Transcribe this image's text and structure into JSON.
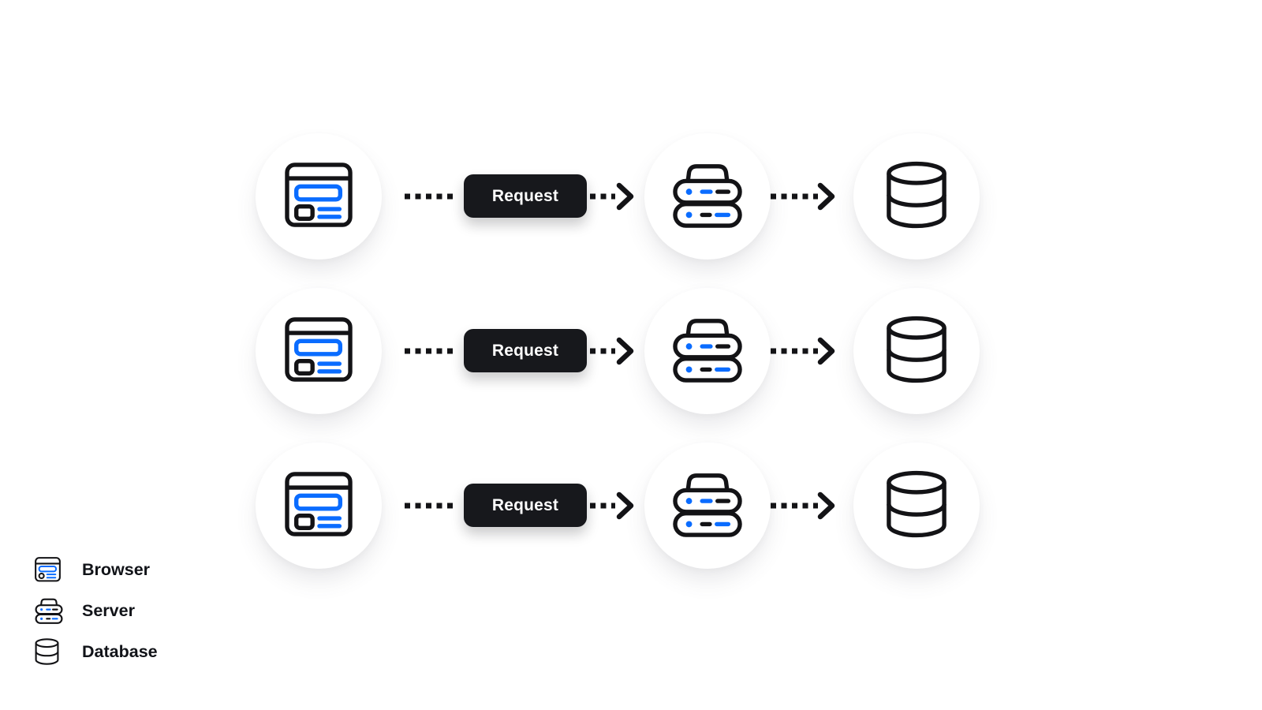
{
  "rows": [
    {
      "request_label": "Request"
    },
    {
      "request_label": "Request"
    },
    {
      "request_label": "Request"
    }
  ],
  "legend": {
    "items": [
      {
        "icon": "browser-icon",
        "label": "Browser"
      },
      {
        "icon": "server-icon",
        "label": "Server"
      },
      {
        "icon": "database-icon",
        "label": "Database"
      }
    ]
  },
  "colors": {
    "accent_blue": "#0a6cff",
    "ink": "#131316",
    "request_badge_bg": "#17181c",
    "request_badge_text": "#ffffff",
    "page_bg": "#ffffff",
    "node_circle_bg": "#ffffff"
  }
}
